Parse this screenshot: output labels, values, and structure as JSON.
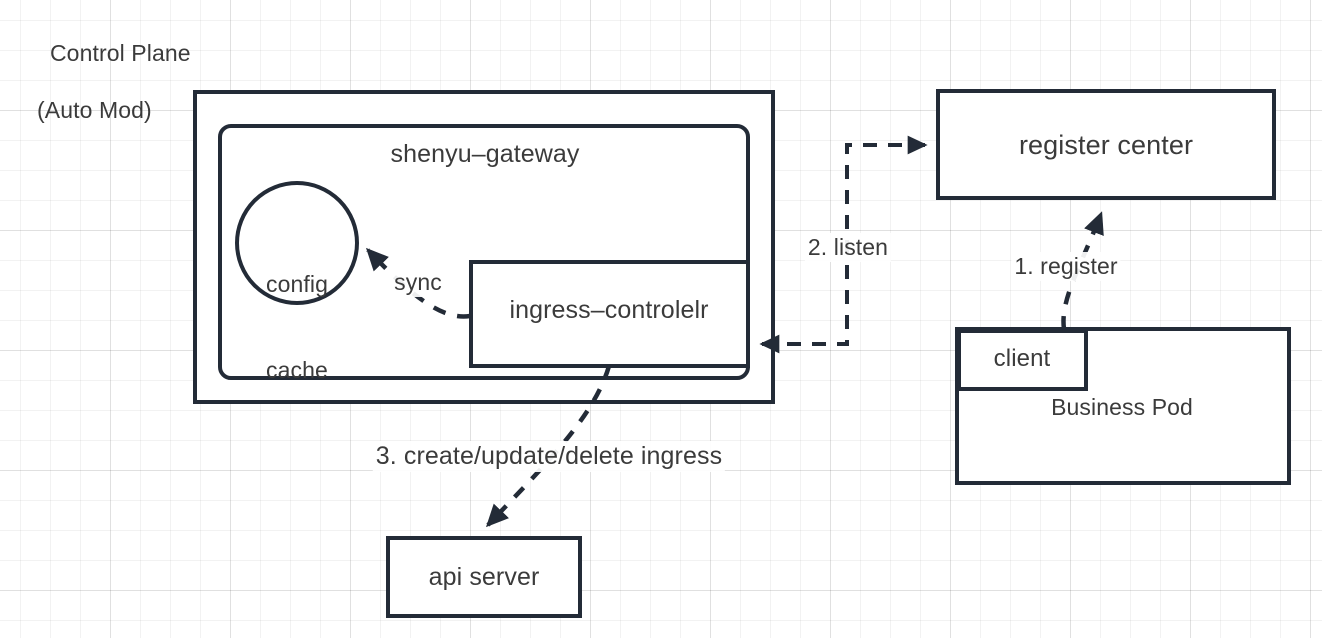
{
  "diagram": {
    "title_block": {
      "line1": "Control Plane",
      "line2": "(Auto Mod)"
    },
    "nodes": {
      "gateway_outer": {
        "label": ""
      },
      "gateway_inner": {
        "label": "shenyu–gateway"
      },
      "config_cache": {
        "label": "config\ncache",
        "line1": "config",
        "line2": "cache"
      },
      "ingress_controller": {
        "label": "ingress–controlelr"
      },
      "register_center": {
        "label": "register center"
      },
      "client": {
        "label": "client"
      },
      "business_pod": {
        "label": "Business Pod"
      },
      "api_server": {
        "label": "api server"
      }
    },
    "edges": [
      {
        "id": "sync",
        "label": "sync",
        "style": "dashed",
        "from": "ingress-controlelr",
        "to": "config cache"
      },
      {
        "id": "listen",
        "label": "2. listen",
        "style": "dashed",
        "from": "ingress-controlelr",
        "to": "register center"
      },
      {
        "id": "register",
        "label": "1. register",
        "style": "dashed",
        "from": "client",
        "to": "register center"
      },
      {
        "id": "ingress-action",
        "label": "3. create/update/delete ingress",
        "style": "dashed",
        "from": "ingress-controlelr",
        "to": "api server"
      }
    ],
    "colors": {
      "stroke": "#232b37",
      "text": "#3b3b3b",
      "background": "#ffffff",
      "grid_line": "#e8e8e8"
    }
  }
}
